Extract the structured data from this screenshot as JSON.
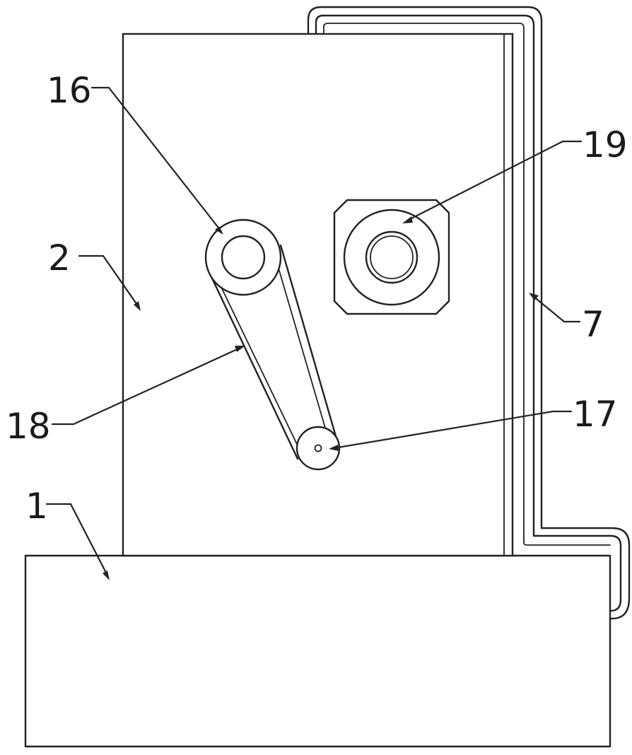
{
  "drawing": {
    "colors": {
      "line": "#222222",
      "background": "#ffffff"
    },
    "callouts": {
      "c1": "1",
      "c2": "2",
      "c7": "7",
      "c16": "16",
      "c17": "17",
      "c18": "18",
      "c19": "19"
    }
  }
}
